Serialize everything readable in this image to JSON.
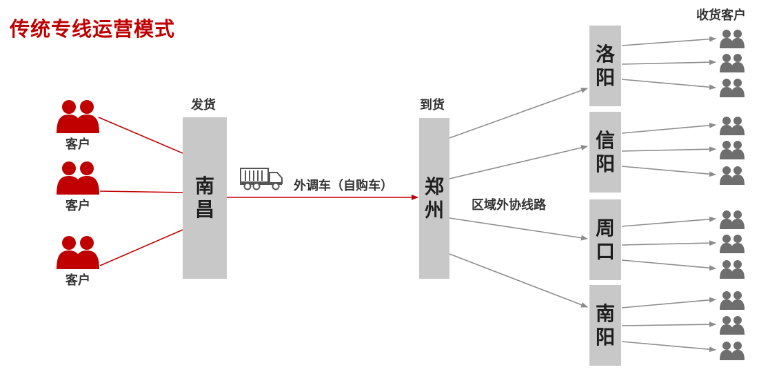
{
  "title": "传统专线运营模式",
  "labels": {
    "ship": "发货",
    "arrive": "到货",
    "transport": "外调车（自购车）",
    "regional": "区域外协线路",
    "receivers": "收货客户"
  },
  "origin": {
    "chars": [
      "南",
      "昌"
    ]
  },
  "hub": {
    "chars": [
      "郑",
      "州"
    ]
  },
  "customers": [
    {
      "label": "客户"
    },
    {
      "label": "客户"
    },
    {
      "label": "客户"
    }
  ],
  "cities": [
    {
      "chars": [
        "洛",
        "阳"
      ]
    },
    {
      "chars": [
        "信",
        "阳"
      ]
    },
    {
      "chars": [
        "周",
        "口"
      ]
    },
    {
      "chars": [
        "南",
        "阳"
      ]
    }
  ],
  "colors": {
    "accent": "#c00000",
    "box": "#c8c8c8",
    "line_gray": "#8c8c8c",
    "people_gray": "#6e6e6e"
  },
  "icons": {
    "customer": "people-icon",
    "receiver": "people-icon",
    "vehicle": "truck-icon"
  }
}
